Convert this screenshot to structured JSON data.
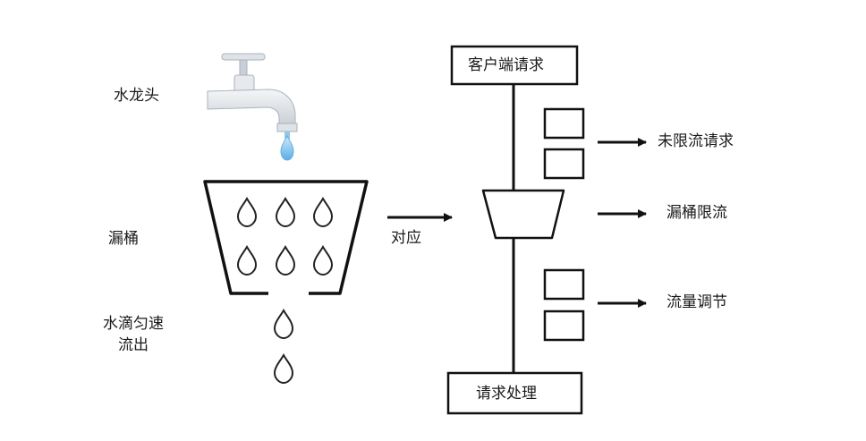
{
  "left": {
    "faucet_label": "水龙头",
    "bucket_label": "漏桶",
    "drip_label_line1": "水滴匀速",
    "drip_label_line2": "流出"
  },
  "arrow_label": "对应",
  "right": {
    "client_request": "客户端请求",
    "request_processing": "请求处理",
    "unlimited_requests": "未限流请求",
    "leaky_bucket_limit": "漏桶限流",
    "flow_control": "流量调节"
  }
}
